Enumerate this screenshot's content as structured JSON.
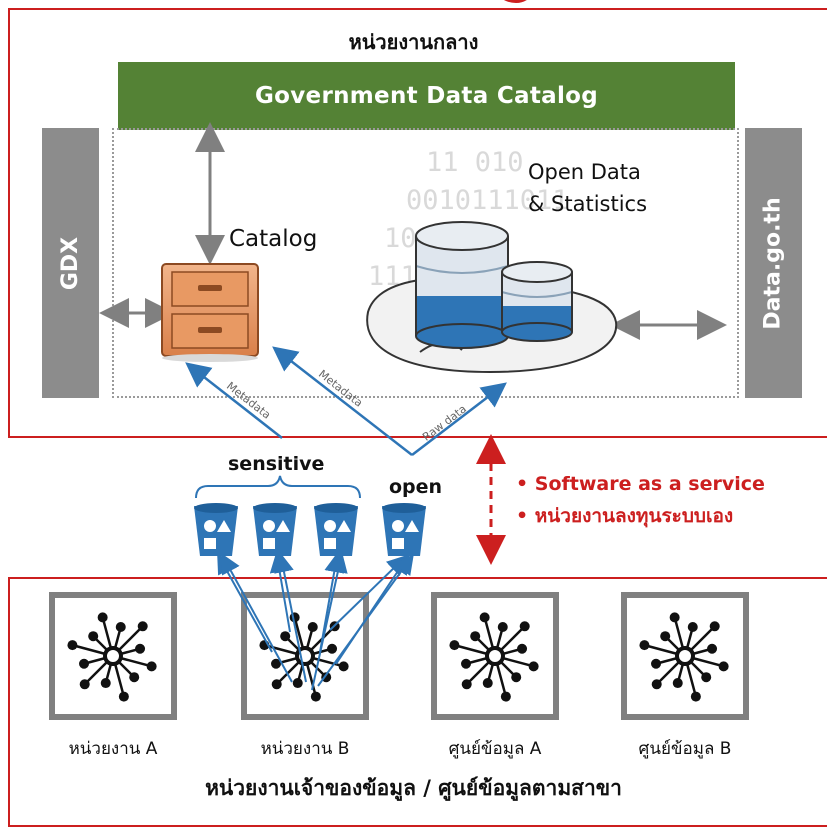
{
  "central_agency": {
    "label": "หน่วยงานกลาง"
  },
  "catalog_bar": {
    "label": "Government Data Catalog"
  },
  "side_bars": {
    "left": "GDX",
    "right": "Data.go.th"
  },
  "catalog": {
    "label": "Catalog"
  },
  "open_data": {
    "line1": "Open Data",
    "line2": "& Statistics"
  },
  "binary_text": {
    "l1": "11  010",
    "l2": "0010111011",
    "l3": "10      0101",
    "l4": "111        01"
  },
  "flows": {
    "metadata_1": "Metadata",
    "metadata_2": "Metadata",
    "raw_data": "Raw data"
  },
  "buckets": {
    "sensitive_label": "sensitive",
    "open_label": "open"
  },
  "options": {
    "item1": "• Software as a service",
    "item2": "• หน่วยงานลงทุนระบบเอง"
  },
  "units": [
    {
      "label": "หน่วยงาน A"
    },
    {
      "label": "หน่วยงาน B"
    },
    {
      "label": "ศูนย์ข้อมูล A"
    },
    {
      "label": "ศูนย์ข้อมูล B"
    }
  ],
  "owners": {
    "label": "หน่วยงานเจ้าของข้อมูล / ศูนย์ข้อมูลตามสาขา"
  },
  "colors": {
    "red": "#cc1f1f",
    "green": "#548235",
    "blue": "#2e75b6",
    "grey": "#808080"
  },
  "icons": [
    "filing-cabinet-icon",
    "database-icon",
    "bucket-icon",
    "hub-network-icon"
  ]
}
